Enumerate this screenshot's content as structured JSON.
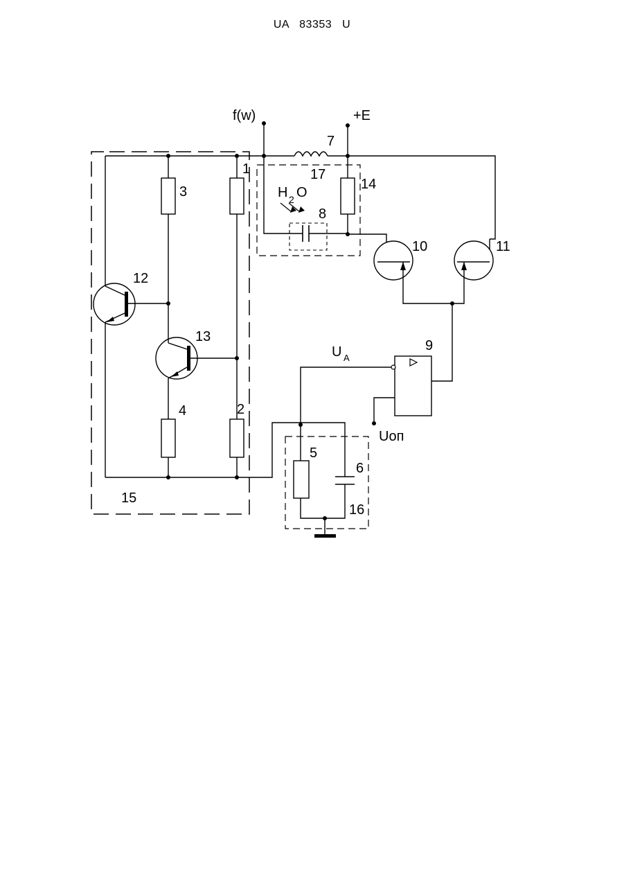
{
  "header": {
    "patent_number": "UA   83353   U"
  },
  "diagram": {
    "labels": {
      "freq_out": "f(w)",
      "supply": "+E",
      "inductor": "7",
      "resistor_1": "1",
      "block_17": "17",
      "resistor_14": "14",
      "water_h": "H",
      "water_sub": "2",
      "water_o": "O",
      "sensor_8": "8",
      "resistor_3": "3",
      "transistor_10": "10",
      "transistor_11": "11",
      "transistor_12": "12",
      "transistor_13": "13",
      "voltage_a": "U",
      "voltage_a_sub": "A",
      "comparator_9": "9",
      "resistor_4": "4",
      "resistor_2": "2",
      "reference_voltage": "Uоп",
      "resistor_5": "5",
      "capacitor_6": "6",
      "block_15": "15",
      "block_16": "16"
    }
  }
}
